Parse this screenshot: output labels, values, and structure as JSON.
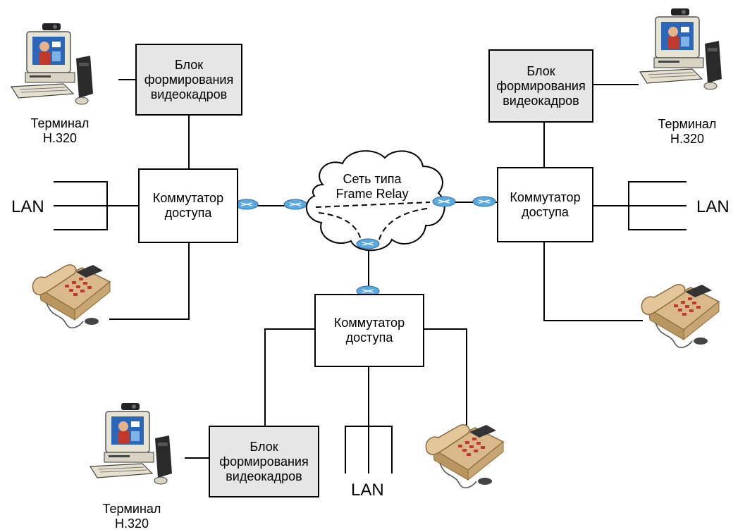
{
  "diagram": {
    "video_unit_label": "Блок\nформирования\nвидеокадров",
    "switch_label": "Коммутатор\nдоступа",
    "terminal_label": "Терминал\nH.320",
    "lan_label": "LAN",
    "cloud_label": "Сеть типа\nFrame Relay"
  },
  "nodes": {
    "left": {
      "video_unit": "Блок\nформирования\nвидеокадров",
      "switch": "Коммутатор\nдоступа",
      "terminal": "Терминал\nH.320",
      "lan": "LAN"
    },
    "right": {
      "video_unit": "Блок\nформирования\nвидеокадров",
      "switch": "Коммутатор\nдоступа",
      "terminal": "Терминал\nH.320",
      "lan": "LAN"
    },
    "bottom": {
      "video_unit": "Блок\nформирования\nвидеокадров",
      "switch": "Коммутатор\nдоступа",
      "terminal": "Терминал\nH.320",
      "lan": "LAN"
    }
  },
  "colors": {
    "box_fill": "#e6e6e6",
    "router_fill": "#5aa9e0",
    "phone_body": "#d9b98a",
    "monitor_body": "#e8e4d4"
  },
  "icons": [
    "computer-terminal-icon",
    "telephone-icon",
    "router-icon",
    "network-cloud-icon"
  ]
}
